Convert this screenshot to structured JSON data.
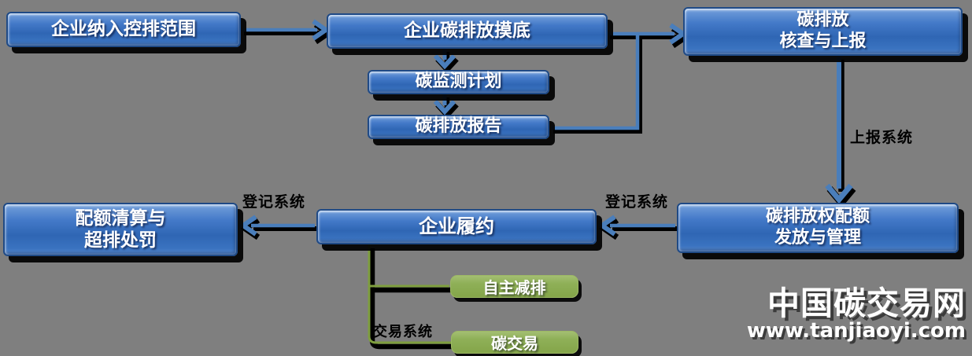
{
  "diagram": {
    "title_hint": "carbon-trading-compliance-flowchart",
    "background_color": "#7f7f7f",
    "colors": {
      "box_blue_fill": "#3a73c0",
      "box_blue_border": "#1f4a86",
      "connector_blue": "#4a7ebb",
      "box_green_fill": "#8aab4e",
      "connector_green": "#7e9e3e",
      "box_text": "#ffffff",
      "edge_label_text": "#000000",
      "shadow": "#000000"
    },
    "nodes": {
      "scope": {
        "label": "企业纳入控排范围"
      },
      "survey": {
        "label": "企业碳排放摸底"
      },
      "monitor_plan": {
        "label": "碳监测计划"
      },
      "emission_report": {
        "label": "碳排放报告"
      },
      "verify_report": {
        "label": "碳排放\n核查与上报"
      },
      "quota_mgmt": {
        "label": "碳排放权配额\n发放与管理"
      },
      "compliance": {
        "label": "企业履约"
      },
      "settlement": {
        "label": "配额清算与\n超排处罚"
      },
      "voluntary_reduction": {
        "label": "自主减排"
      },
      "carbon_trading": {
        "label": "碳交易"
      }
    },
    "edge_labels": {
      "report_system": "上报系统",
      "registry_system_right": "登记系统",
      "registry_system_left": "登记系统",
      "trading_system": "交易系统"
    },
    "watermark": {
      "title": "中国碳交易网",
      "url": "www.tanjiaoyi.com"
    }
  }
}
